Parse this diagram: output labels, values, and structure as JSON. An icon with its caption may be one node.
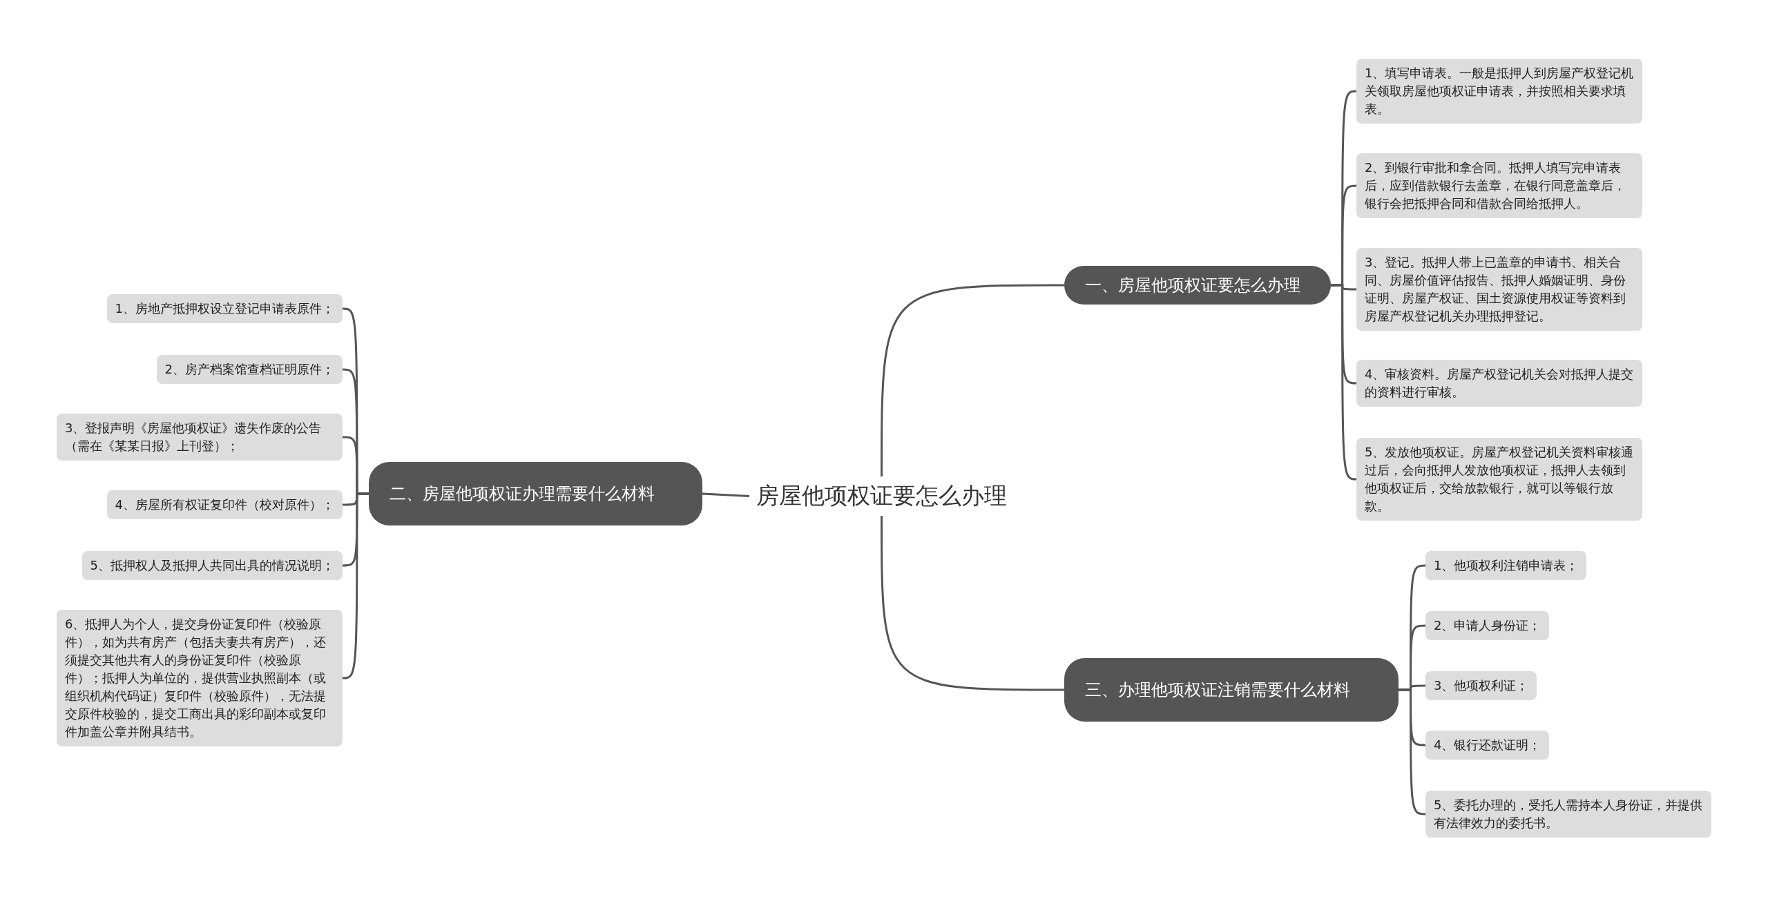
{
  "diagram": {
    "nodes": [
      {
        "text": [
          "房屋他项权证要怎么办理"
        ]
      },
      {
        "text": [
          "一、房屋他项权证要怎么办理"
        ]
      },
      {
        "text": [
          "1、填写申请表。一般是抵押人到房屋产权登记机关领取房屋他项权证申请表，并按照相关要求填表。"
        ]
      },
      {
        "text": [
          "2、到银行审批和拿合同。抵押人填写完申请表后，应到借款银行去盖章，在银行同意盖章后，银行会把抵押合同和借款合同给抵押人。"
        ]
      },
      {
        "text": [
          "3、登记。抵押人带上已盖章的申请书、相关合同、房屋价值评估报告、抵押人婚姻证明、身份证明、房屋产权证、国土资源使用权证等资料到房屋产权登记机关办理抵押登记。"
        ]
      },
      {
        "text": [
          "4、审核资料。房屋产权登记机关会对抵押人提交的资料进行审核。"
        ]
      },
      {
        "text": [
          "5、发放他项权证。房屋产权登记机关资料审核通过后，会向抵押人发放他项权证，抵押人去领到他项权证后，交给放款银行，就可以等银行放款。"
        ]
      },
      {
        "text": [
          "二、房屋他项权证办理需要什么材料"
        ]
      },
      {
        "text": [
          "1、房地产抵押权设立登记申请表原件；"
        ]
      },
      {
        "text": [
          "2、房产档案馆查档证明原件；"
        ]
      },
      {
        "text": [
          "3、登报声明《房屋他项权证》遗失作废的公告（需在《某某日报》上刊登）；"
        ]
      },
      {
        "text": [
          "4、房屋所有权证复印件（校对原件）；"
        ]
      },
      {
        "text": [
          "5、抵押权人及抵押人共同出具的情况说明；"
        ]
      },
      {
        "text": [
          "6、抵押人为个人，提交身份证复印件（校验原件），如为共有房产（包括夫妻共有房产），还须提交其他共有人的身份证复印件（校验原件）；抵押人为单位的，提供营业执照副本（或组织机构代码证）复印件（校验原件），无法提交原件校验的，提交工商出具的彩印副本或复印件加盖公章并附具结书。"
        ]
      },
      {
        "text": [
          "三、办理他项权证注销需要什么材料"
        ]
      },
      {
        "text": [
          "1、他项权利注销申请表；"
        ]
      },
      {
        "text": [
          "2、申请人身份证；"
        ]
      },
      {
        "text": [
          "3、他项权利证；"
        ]
      },
      {
        "text": [
          "4、银行还款证明；"
        ]
      },
      {
        "text": [
          "5、委托办理的，受托人需持本人身份证，并提供有法律效力的委托书。"
        ]
      }
    ],
    "edges": [
      {
        "from": 0,
        "to": 1,
        "arrow": "none"
      },
      {
        "from": 1,
        "to": 2,
        "arrow": "none"
      },
      {
        "from": 1,
        "to": 3,
        "arrow": "none"
      },
      {
        "from": 1,
        "to": 4,
        "arrow": "none"
      },
      {
        "from": 1,
        "to": 5,
        "arrow": "none"
      },
      {
        "from": 1,
        "to": 6,
        "arrow": "none"
      },
      {
        "from": 0,
        "to": 7,
        "arrow": "none"
      },
      {
        "from": 7,
        "to": 8,
        "arrow": "none"
      },
      {
        "from": 7,
        "to": 9,
        "arrow": "none"
      },
      {
        "from": 7,
        "to": 10,
        "arrow": "none"
      },
      {
        "from": 7,
        "to": 11,
        "arrow": "none"
      },
      {
        "from": 7,
        "to": 12,
        "arrow": "none"
      },
      {
        "from": 7,
        "to": 13,
        "arrow": "none"
      },
      {
        "from": 0,
        "to": 14,
        "arrow": "none"
      },
      {
        "from": 14,
        "to": 15,
        "arrow": "none"
      },
      {
        "from": 14,
        "to": 16,
        "arrow": "none"
      },
      {
        "from": 14,
        "to": 17,
        "arrow": "none"
      },
      {
        "from": 14,
        "to": 18,
        "arrow": "none"
      },
      {
        "from": 14,
        "to": 19,
        "arrow": "none"
      }
    ]
  }
}
